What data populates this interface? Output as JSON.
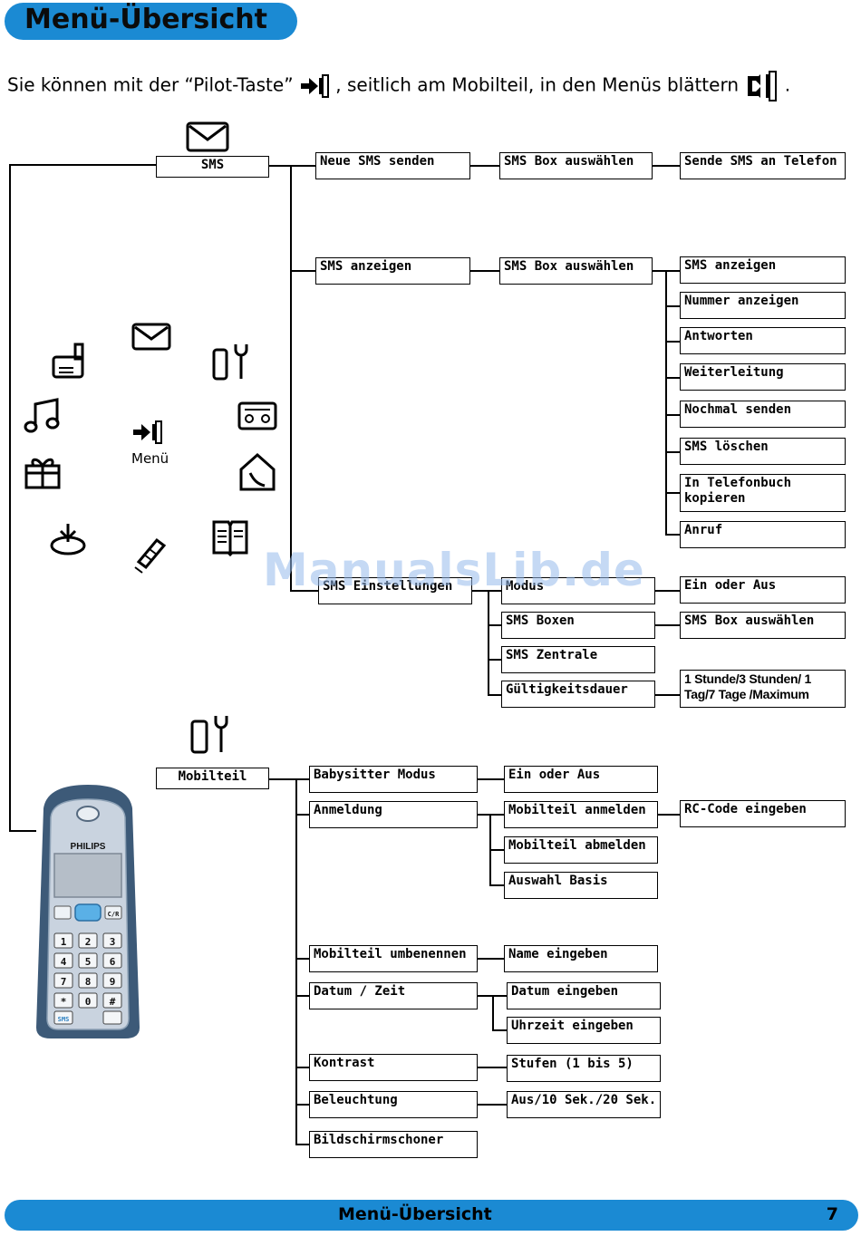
{
  "header": {
    "title": "Menü-Übersicht"
  },
  "intro": {
    "part1": "Sie können mit der “Pilot-Taste”",
    "part2": ", seitlich am Mobilteil, in den Menüs blättern",
    "part3": "."
  },
  "menu_label": "Menü",
  "watermark": "ManualsLib.de",
  "sms": {
    "root": "SMS",
    "neue_sms_senden": "Neue SMS senden",
    "box1": "SMS Box auswählen",
    "sende": "Sende SMS an Telefon",
    "sms_anzeigen": "SMS anzeigen",
    "box2": "SMS Box auswählen",
    "sub": [
      "SMS anzeigen",
      "Nummer anzeigen",
      "Antworten",
      "Weiterleitung",
      "Nochmal senden",
      "SMS löschen",
      "In Telefonbuch kopieren",
      "Anruf"
    ],
    "einstellungen": "SMS Einstellungen",
    "modus": "Modus",
    "modus_val": "Ein oder Aus",
    "boxen": "SMS Boxen",
    "boxen_val": "SMS Box auswählen",
    "zentrale": "SMS Zentrale",
    "gueltig": "Gültigkeitsdauer",
    "gueltig_val": "1 Stunde/3 Stunden/ 1 Tag/7 Tage /Maximum"
  },
  "mobilteil": {
    "root": "Mobilteil",
    "babysitter": "Babysitter Modus",
    "babysitter_val": "Ein oder Aus",
    "anmeldung": "Anmeldung",
    "anmelden": "Mobilteil anmelden",
    "rc": "RC-Code eingeben",
    "abmelden": "Mobilteil abmelden",
    "basis": "Auswahl Basis",
    "umbenennen": "Mobilteil umbenennen",
    "name": "Name eingeben",
    "datum_zeit": "Datum / Zeit",
    "datum": "Datum eingeben",
    "uhrzeit": "Uhrzeit eingeben",
    "kontrast": "Kontrast",
    "stufen": "Stufen (1 bis 5)",
    "beleuchtung": "Beleuchtung",
    "aus": "Aus/10 Sek./20 Sek.",
    "schoner": "Bildschirmschoner"
  },
  "phone": {
    "brand": "PHILIPS",
    "keys": [
      "1",
      "2",
      "3",
      "4",
      "5",
      "6",
      "7",
      "8",
      "9",
      "*",
      "0",
      "#"
    ],
    "sms_key": "SMS",
    "clear_key": "C/R"
  },
  "footer": {
    "title": "Menü-Übersicht",
    "page": "7"
  }
}
